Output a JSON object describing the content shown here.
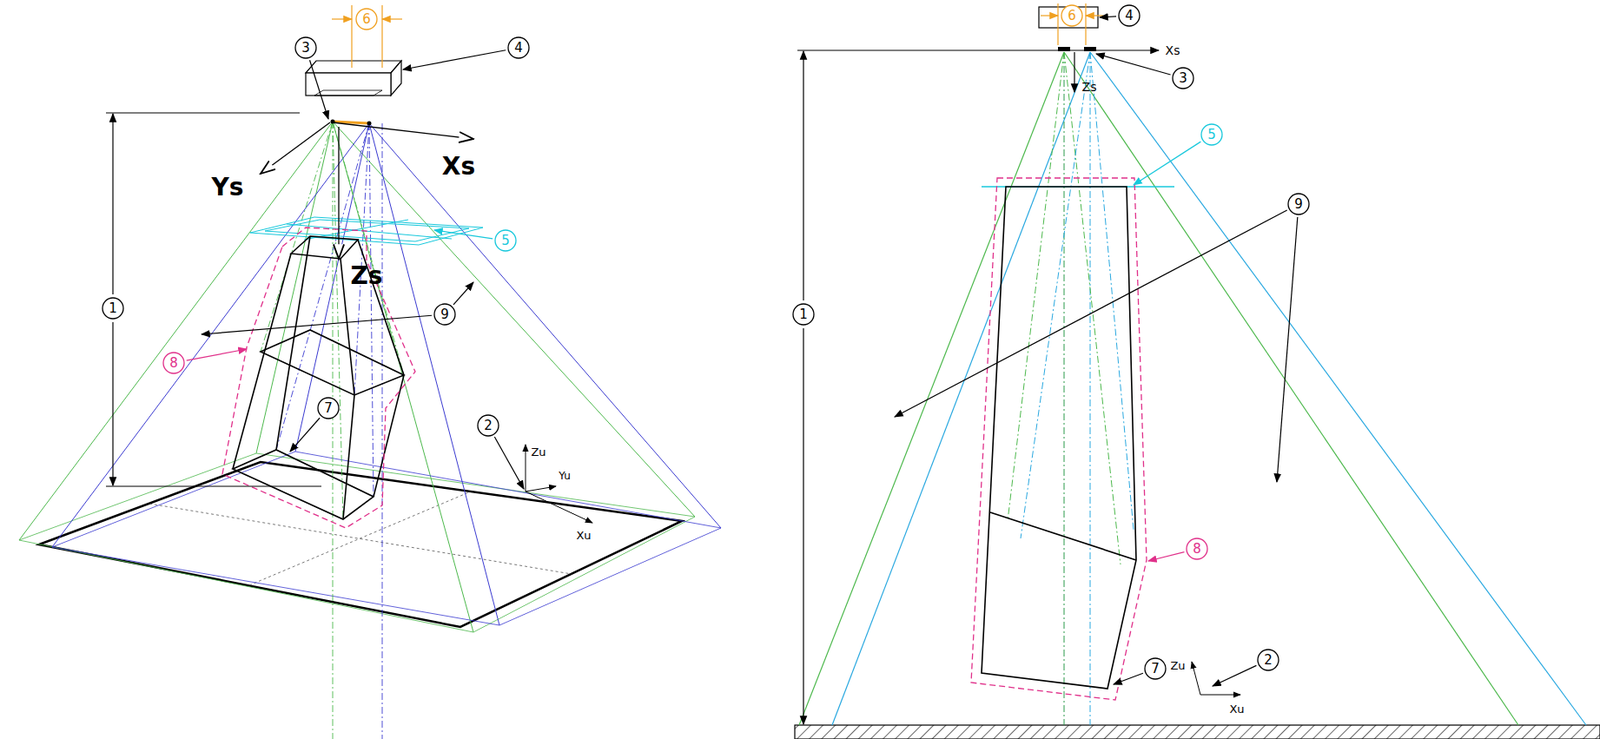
{
  "diagram": {
    "labels": [
      "6",
      "3",
      "4",
      "Ys",
      "Xs",
      "5",
      "Zs",
      "1",
      "9",
      "8",
      "7",
      "2",
      "Zu",
      "Yu",
      "Xu",
      "6",
      "4",
      "Xs",
      "3",
      "Zs",
      "5",
      "9",
      "1",
      "8",
      "7",
      "Zu",
      "2",
      "Xu"
    ]
  }
}
